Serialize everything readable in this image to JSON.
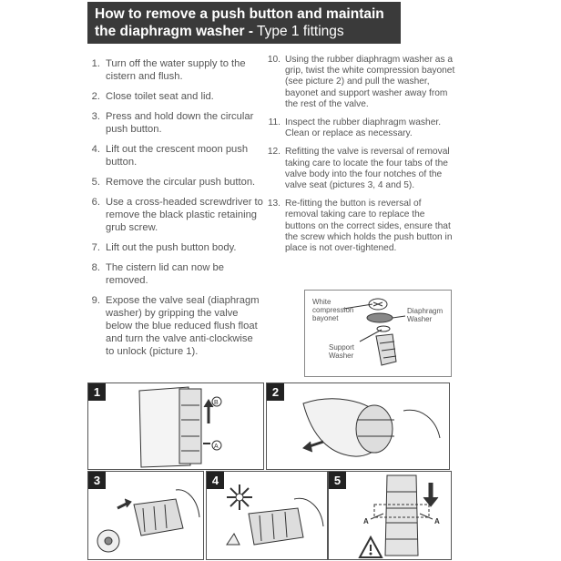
{
  "header": {
    "title_bold": "How to remove a push button and maintain the diaphragm washer -",
    "title_light": " Type 1 fittings"
  },
  "steps_left": [
    {
      "num": "1.",
      "text": "Turn off the water supply to the cistern and flush."
    },
    {
      "num": "2.",
      "text": "Close toilet seat and lid."
    },
    {
      "num": "3.",
      "text": "Press and hold down the circular push button."
    },
    {
      "num": "4.",
      "text": "Lift out the crescent moon push button."
    },
    {
      "num": "5.",
      "text": "Remove the circular push button."
    },
    {
      "num": "6.",
      "text": "Use a cross-headed screwdriver to remove the black plastic retaining grub screw."
    },
    {
      "num": "7.",
      "text": "Lift out the push button body."
    },
    {
      "num": "8.",
      "text": "The cistern lid can now be removed."
    },
    {
      "num": "9.",
      "text": "Expose the valve seal (diaphragm washer) by gripping the valve below the blue reduced flush float and turn the valve anti-clockwise to unlock (picture 1)."
    }
  ],
  "steps_right": [
    {
      "num": "10.",
      "text": "Using the rubber diaphragm washer as a grip, twist the white compression bayonet (see picture 2) and pull the washer, bayonet and support washer away from the rest of the valve."
    },
    {
      "num": "11.",
      "text": "Inspect the rubber diaphragm washer. Clean or replace as necessary."
    },
    {
      "num": "12.",
      "text": "Refitting the valve is reversal of removal taking care to locate the four tabs of the valve body into the four notches of the valve seat (pictures 3, 4 and 5)."
    },
    {
      "num": "13.",
      "text": "Re-fitting the button is reversal of removal taking care to replace the buttons on the correct sides, ensure that the screw which holds the push button in place is not over-tightened."
    }
  ],
  "diagram": {
    "label_bayonet": "White compression bayonet",
    "label_diaphragm": "Diaphragm Washer",
    "label_support": "Support Washer"
  },
  "pictures": [
    {
      "badge": "1",
      "marks": [
        "B",
        "A"
      ]
    },
    {
      "badge": "2",
      "marks": []
    },
    {
      "badge": "3",
      "marks": []
    },
    {
      "badge": "4",
      "marks": []
    },
    {
      "badge": "5",
      "marks": [
        "A",
        "A"
      ]
    }
  ]
}
